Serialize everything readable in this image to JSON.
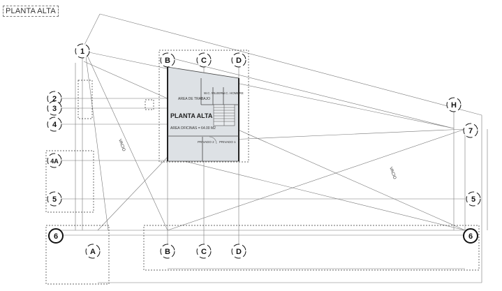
{
  "drawing": {
    "title": "PLANTA ALTA",
    "room_label": "PLANTA ALTA",
    "area_label": "AREA OFICINAS = 64.00 M2",
    "rooms": {
      "private_area": "AREA DE TRABAJO",
      "wc_women": "W.C. MUJER",
      "wc_men": "W.C. HOMBRE",
      "private_2": "PRIVADO 2",
      "private_1": "PRIVADO 1"
    },
    "void_labels": [
      "VACIO",
      "VACIO"
    ]
  },
  "axes": {
    "top": [
      "B",
      "C",
      "D"
    ],
    "bottom": [
      "A",
      "B",
      "C",
      "D"
    ],
    "left": [
      "1",
      "2",
      "3",
      "4",
      "4A",
      "5",
      "6"
    ],
    "right": [
      "H",
      "7",
      "5",
      "6"
    ]
  },
  "colors": {
    "office_fill": "#dde1e5",
    "line": "#555555",
    "bubble_stroke": "#111111"
  }
}
